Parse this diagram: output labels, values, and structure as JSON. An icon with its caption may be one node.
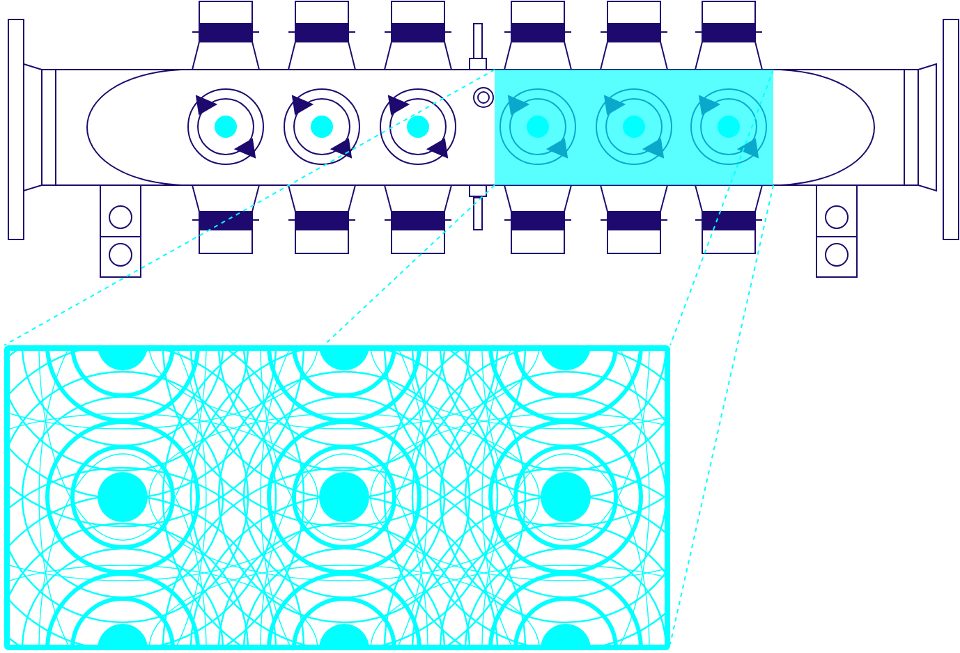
{
  "diagram": {
    "nodes": [
      {
        "text": [],
        "shape": "box"
      },
      {
        "text": [],
        "shape": "picture"
      }
    ],
    "edges": [
      {
        "from": 0,
        "to": 1,
        "arrow": "none",
        "style": "dashed"
      },
      {
        "from": 0,
        "to": 1,
        "arrow": "none",
        "style": "dashed"
      },
      {
        "from": 0,
        "to": 1,
        "arrow": "none",
        "style": "dashed"
      },
      {
        "from": 0,
        "to": 1,
        "arrow": "none",
        "style": "dashed"
      }
    ]
  }
}
